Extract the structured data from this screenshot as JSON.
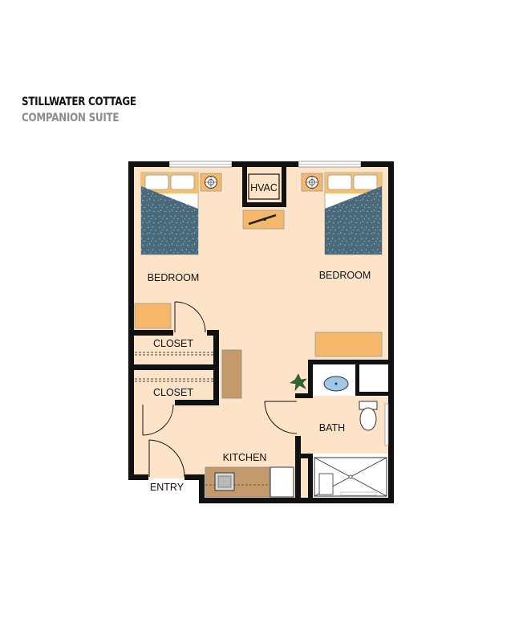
{
  "header": {
    "title": "STILLWATER COTTAGE",
    "subtitle": "COMPANION SUITE"
  },
  "rooms": {
    "bedroom_left": "BEDROOM",
    "bedroom_right": "BEDROOM",
    "hvac": "HVAC",
    "closet_upper": "CLOSET",
    "closet_lower": "CLOSET",
    "bath": "BATH",
    "kitchen": "KITCHEN",
    "entry": "ENTRY"
  },
  "colors": {
    "floor": "#fde4c9",
    "wall": "#111111",
    "bedspread": "#4a6a7c",
    "pillow_band": "#f4c070",
    "furniture_orange": "#f5b86a",
    "furniture_brown": "#c49a6c",
    "plant": "#2f6b2f",
    "sink_blue": "#9ec8e6"
  }
}
